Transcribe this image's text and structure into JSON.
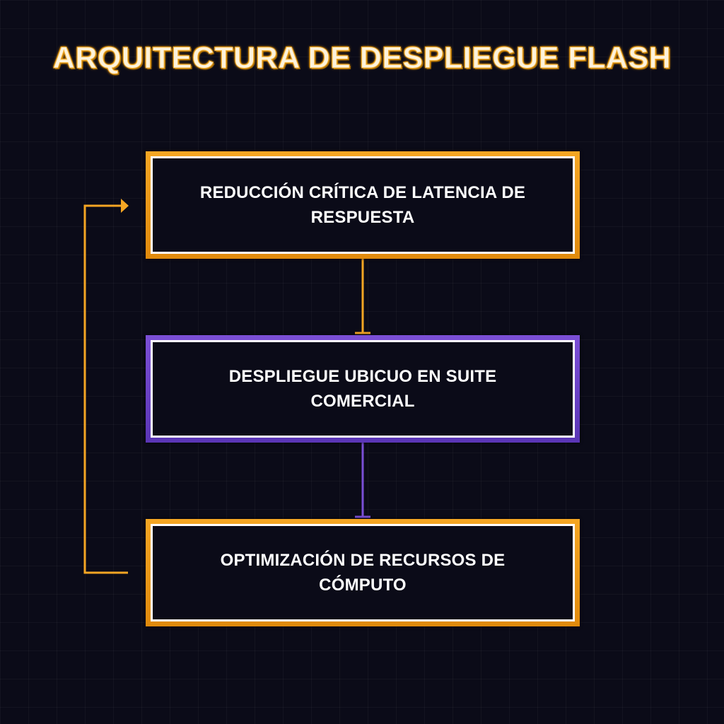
{
  "title": "ARQUITECTURA DE DESPLIEGUE FLASH",
  "colors": {
    "background": "#0b0b18",
    "accent_orange": "#f5a623",
    "accent_purple": "#7b4fd6",
    "text": "#ffffff"
  },
  "nodes": [
    {
      "label": "REDUCCIÓN CRÍTICA DE LATENCIA DE RESPUESTA",
      "color": "orange"
    },
    {
      "label": "DESPLIEGUE UBICUO EN SUITE COMERCIAL",
      "color": "purple"
    },
    {
      "label": "OPTIMIZACIÓN DE RECURSOS DE CÓMPUTO",
      "color": "orange"
    }
  ],
  "edges": [
    {
      "from": 0,
      "to": 1,
      "color": "orange"
    },
    {
      "from": 1,
      "to": 2,
      "color": "purple"
    },
    {
      "from": 2,
      "to": 0,
      "color": "orange",
      "kind": "feedback-loop"
    }
  ]
}
